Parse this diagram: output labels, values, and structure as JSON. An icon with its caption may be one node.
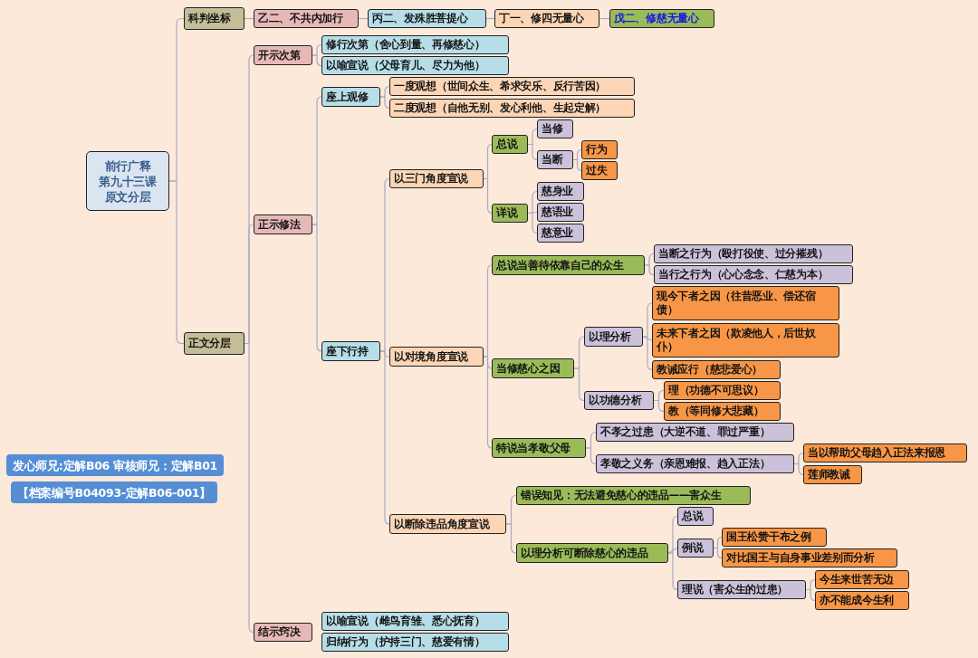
{
  "diagram": {
    "nodes": [
      {
        "text": [
          "前行广释",
          "第九十三课",
          "原文分层"
        ]
      },
      {
        "text": [
          "科判坐标"
        ]
      },
      {
        "text": [
          "乙二、不共内加行"
        ]
      },
      {
        "text": [
          "丙二、发殊胜菩提心"
        ]
      },
      {
        "text": [
          "丁一、修四无量心"
        ]
      },
      {
        "text": [
          "戊二、修慈无量心"
        ]
      },
      {
        "text": [
          "正文分层"
        ]
      },
      {
        "text": [
          "开示次第"
        ]
      },
      {
        "text": [
          "修行次第（舍心到量、再修慈心）"
        ]
      },
      {
        "text": [
          "以喻宣说（父母育儿、尽力为他）"
        ]
      },
      {
        "text": [
          "正示修法"
        ]
      },
      {
        "text": [
          "座上观修"
        ]
      },
      {
        "text": [
          "一度观想（世间众生、希求安乐、反行苦因）"
        ]
      },
      {
        "text": [
          "二度观想（自他无别、发心利他、生起定解）"
        ]
      },
      {
        "text": [
          "座下行持"
        ]
      },
      {
        "text": [
          "以三门角度宣说"
        ]
      },
      {
        "text": [
          "总说"
        ]
      },
      {
        "text": [
          "当修"
        ]
      },
      {
        "text": [
          "当断"
        ]
      },
      {
        "text": [
          "行为"
        ]
      },
      {
        "text": [
          "过失"
        ]
      },
      {
        "text": [
          "详说"
        ]
      },
      {
        "text": [
          "慈身业"
        ]
      },
      {
        "text": [
          "慈语业"
        ]
      },
      {
        "text": [
          "慈意业"
        ]
      },
      {
        "text": [
          "以对境角度宣说"
        ]
      },
      {
        "text": [
          "总说当善待依靠自己的众生"
        ]
      },
      {
        "text": [
          "当断之行为（殴打役使、过分摧残）"
        ]
      },
      {
        "text": [
          "当行之行为（心心念念、仁慈为本）"
        ]
      },
      {
        "text": [
          "当修慈心之因"
        ]
      },
      {
        "text": [
          "以理分析"
        ]
      },
      {
        "text": [
          "现今下者之因（往昔恶业、偿还宿债）"
        ]
      },
      {
        "text": [
          "未来下者之因（欺凌他人，后世奴仆）"
        ]
      },
      {
        "text": [
          "教诫应行（慈悲爱心）"
        ]
      },
      {
        "text": [
          "以功德分析"
        ]
      },
      {
        "text": [
          "理（功德不可思议）"
        ]
      },
      {
        "text": [
          "教（等同修大悲藏）"
        ]
      },
      {
        "text": [
          "特说当孝敬父母"
        ]
      },
      {
        "text": [
          "不孝之过患（大逆不道、罪过严重）"
        ]
      },
      {
        "text": [
          "孝敬之义务（亲恩难报、趋入正法）"
        ]
      },
      {
        "text": [
          "当以帮助父母趋入正法来报恩"
        ]
      },
      {
        "text": [
          "莲师教诫"
        ]
      },
      {
        "text": [
          "以断除违品角度宣说"
        ]
      },
      {
        "text": [
          "错误知见：无法避免慈心的违品——害众生"
        ]
      },
      {
        "text": [
          "以理分析可断除慈心的违品"
        ]
      },
      {
        "text": [
          "总说"
        ]
      },
      {
        "text": [
          "例说"
        ]
      },
      {
        "text": [
          "国王松赞干布之例"
        ]
      },
      {
        "text": [
          "对比国王与自身事业差别而分析"
        ]
      },
      {
        "text": [
          "理说（害众生的过患）"
        ]
      },
      {
        "text": [
          "今生来世苦无边"
        ]
      },
      {
        "text": [
          "亦不能成今生利"
        ]
      },
      {
        "text": [
          "结示窍决"
        ]
      },
      {
        "text": [
          "以喻宣说（雌鸟育雏、悉心抚育）"
        ]
      },
      {
        "text": [
          "归纳行为（护持三门、慈爱有情）"
        ]
      },
      {
        "text": [
          "发心师兄:定解B06 审核师兄：定解B01"
        ]
      },
      {
        "text": [
          "【档案编号B04093-定解B06-001】"
        ]
      }
    ],
    "edges": [
      {
        "from": 0,
        "to": 1,
        "arrow": "none"
      },
      {
        "from": 0,
        "to": 6,
        "arrow": "none"
      },
      {
        "from": 1,
        "to": 2,
        "arrow": "none"
      },
      {
        "from": 2,
        "to": 3,
        "arrow": "none"
      },
      {
        "from": 3,
        "to": 4,
        "arrow": "none"
      },
      {
        "from": 4,
        "to": 5,
        "arrow": "none"
      },
      {
        "from": 6,
        "to": 7,
        "arrow": "none"
      },
      {
        "from": 6,
        "to": 10,
        "arrow": "none"
      },
      {
        "from": 6,
        "to": 52,
        "arrow": "none"
      },
      {
        "from": 7,
        "to": 8,
        "arrow": "none"
      },
      {
        "from": 7,
        "to": 9,
        "arrow": "none"
      },
      {
        "from": 10,
        "to": 11,
        "arrow": "none"
      },
      {
        "from": 10,
        "to": 14,
        "arrow": "none"
      },
      {
        "from": 11,
        "to": 12,
        "arrow": "none"
      },
      {
        "from": 11,
        "to": 13,
        "arrow": "none"
      },
      {
        "from": 14,
        "to": 15,
        "arrow": "none"
      },
      {
        "from": 14,
        "to": 25,
        "arrow": "none"
      },
      {
        "from": 14,
        "to": 42,
        "arrow": "none"
      },
      {
        "from": 15,
        "to": 16,
        "arrow": "none"
      },
      {
        "from": 15,
        "to": 21,
        "arrow": "none"
      },
      {
        "from": 16,
        "to": 17,
        "arrow": "none"
      },
      {
        "from": 16,
        "to": 18,
        "arrow": "none"
      },
      {
        "from": 18,
        "to": 19,
        "arrow": "none"
      },
      {
        "from": 18,
        "to": 20,
        "arrow": "none"
      },
      {
        "from": 21,
        "to": 22,
        "arrow": "none"
      },
      {
        "from": 21,
        "to": 23,
        "arrow": "none"
      },
      {
        "from": 21,
        "to": 24,
        "arrow": "none"
      },
      {
        "from": 25,
        "to": 26,
        "arrow": "none"
      },
      {
        "from": 25,
        "to": 29,
        "arrow": "none"
      },
      {
        "from": 25,
        "to": 37,
        "arrow": "none"
      },
      {
        "from": 26,
        "to": 27,
        "arrow": "none"
      },
      {
        "from": 26,
        "to": 28,
        "arrow": "none"
      },
      {
        "from": 29,
        "to": 30,
        "arrow": "none"
      },
      {
        "from": 29,
        "to": 34,
        "arrow": "none"
      },
      {
        "from": 30,
        "to": 31,
        "arrow": "none"
      },
      {
        "from": 30,
        "to": 32,
        "arrow": "none"
      },
      {
        "from": 30,
        "to": 33,
        "arrow": "none"
      },
      {
        "from": 34,
        "to": 35,
        "arrow": "none"
      },
      {
        "from": 34,
        "to": 36,
        "arrow": "none"
      },
      {
        "from": 37,
        "to": 38,
        "arrow": "none"
      },
      {
        "from": 37,
        "to": 39,
        "arrow": "none"
      },
      {
        "from": 39,
        "to": 40,
        "arrow": "none"
      },
      {
        "from": 39,
        "to": 41,
        "arrow": "none"
      },
      {
        "from": 42,
        "to": 43,
        "arrow": "none"
      },
      {
        "from": 42,
        "to": 44,
        "arrow": "none"
      },
      {
        "from": 44,
        "to": 45,
        "arrow": "none"
      },
      {
        "from": 44,
        "to": 46,
        "arrow": "none"
      },
      {
        "from": 44,
        "to": 49,
        "arrow": "none"
      },
      {
        "from": 46,
        "to": 47,
        "arrow": "none"
      },
      {
        "from": 46,
        "to": 48,
        "arrow": "none"
      },
      {
        "from": 49,
        "to": 50,
        "arrow": "none"
      },
      {
        "from": 49,
        "to": 51,
        "arrow": "none"
      }
    ]
  }
}
